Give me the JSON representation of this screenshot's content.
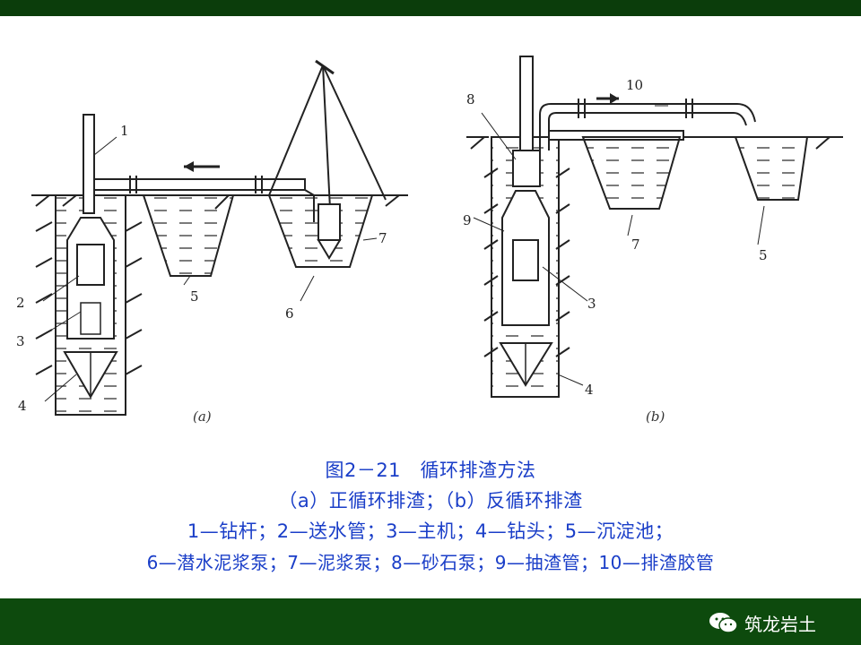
{
  "diagram": {
    "labels_a": [
      "1",
      "2",
      "3",
      "4",
      "5",
      "6",
      "7"
    ],
    "labels_b": [
      "8",
      "10",
      "9",
      "7",
      "5",
      "3",
      "4"
    ],
    "sublabel_a": "(a)",
    "sublabel_b": "(b)"
  },
  "caption": {
    "title": "图2－21　循环排渣方法",
    "line2": "（a）正循环排渣；（b）反循环排渣",
    "line3": "1—钻杆；2—送水管；3—主机；4—钻头；5—沉淀池；",
    "line4": "6—潜水泥浆泵；7—泥浆泵；8—砂石泵；9—抽渣管；10—排渣胶管"
  },
  "watermark": {
    "text": "筑龙岩土"
  },
  "colors": {
    "band": "#0d4a0d",
    "caption": "#1a3ec8"
  }
}
